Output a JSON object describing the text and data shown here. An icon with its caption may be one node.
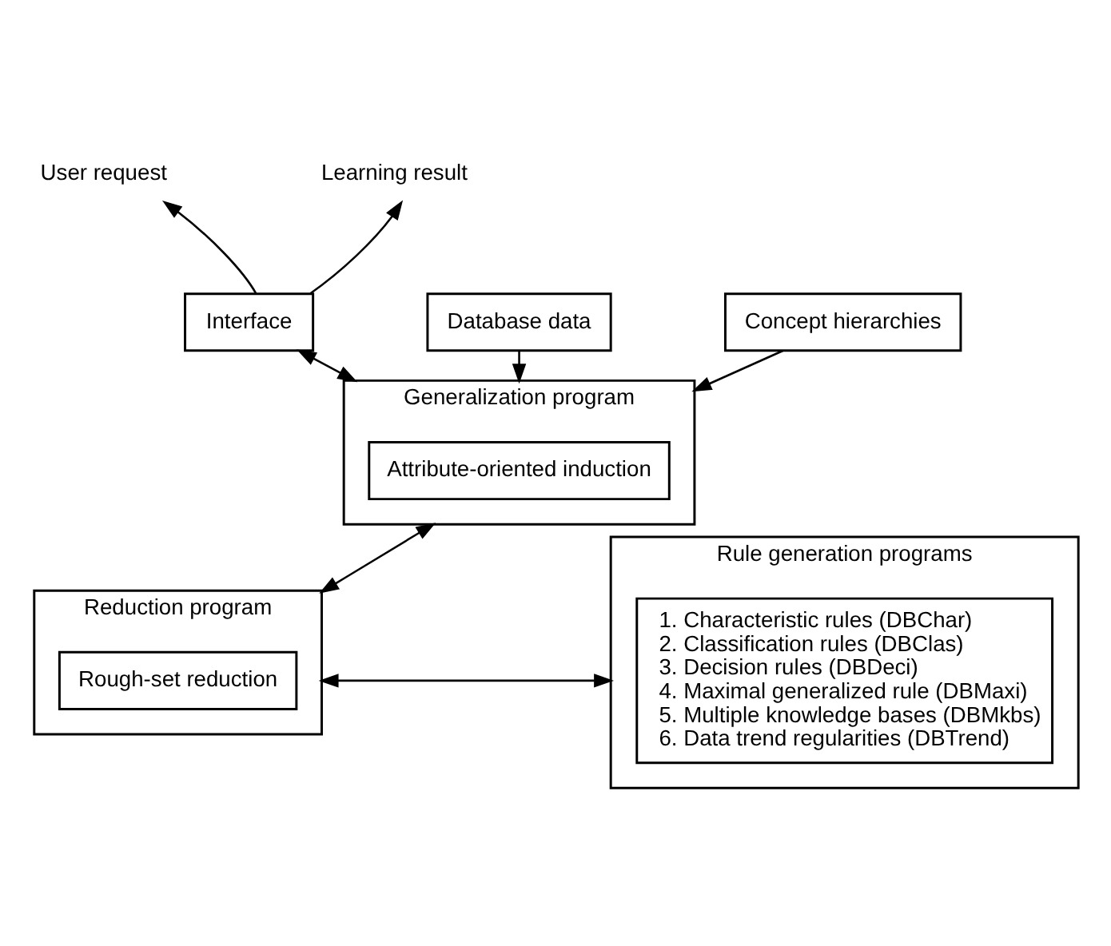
{
  "diagram": {
    "nodes": [
      {
        "text": [
          "User request"
        ]
      },
      {
        "text": [
          "Learning result"
        ]
      },
      {
        "text": [
          "Interface"
        ]
      },
      {
        "text": [
          "Generalization program"
        ]
      },
      {
        "text": [
          "Attribute-oriented induction"
        ],
        "in": 3
      },
      {
        "text": [
          "Database data"
        ]
      },
      {
        "text": [
          "Concept hierarchies"
        ]
      },
      {
        "text": [
          "Reduction program"
        ]
      },
      {
        "text": [
          "Rough-set reduction"
        ],
        "in": 7
      },
      {
        "text": [
          "Rule generation programs"
        ]
      },
      {
        "text": [
          "1. Characteristic rules (DBChar)",
          "2. Classification rules (DBClas)",
          "3. Decision rules (DBDeci)",
          "4. Maximal generalized rule (DBMaxi)",
          "5. Multiple knowledge bases (DBMkbs)",
          "6. Data trend regularities (DBTrend)"
        ],
        "in": 9
      }
    ],
    "edges": [
      {
        "from": 2,
        "to": 0,
        "arrow": "to"
      },
      {
        "from": 2,
        "to": 1,
        "arrow": "to"
      },
      {
        "from": 2,
        "to": 3,
        "arrow": "both"
      },
      {
        "from": 5,
        "to": 3,
        "arrow": "to"
      },
      {
        "from": 6,
        "to": 3,
        "arrow": "to"
      },
      {
        "from": 3,
        "to": 7,
        "arrow": "both"
      },
      {
        "from": 7,
        "to": 9,
        "arrow": "both"
      }
    ]
  }
}
